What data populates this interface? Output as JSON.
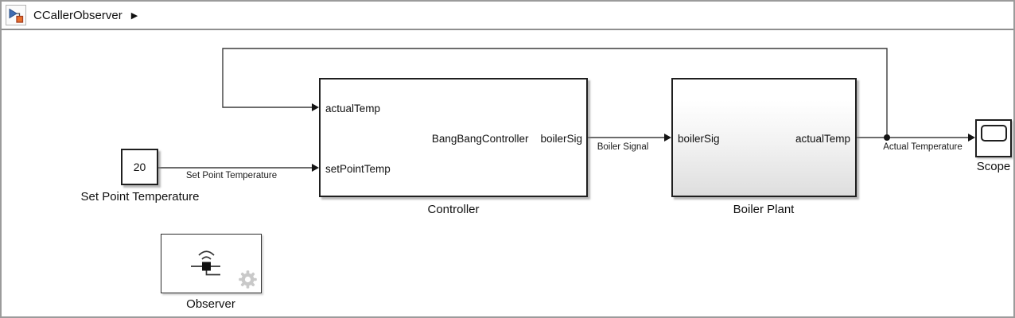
{
  "breadcrumb": {
    "model_name": "CCallerObserver",
    "separator": "▶"
  },
  "diagram": {
    "blocks": {
      "set_point_constant": {
        "value": "20",
        "name": "Set Point Temperature"
      },
      "controller": {
        "name": "Controller",
        "function_label": "BangBangController",
        "ports": {
          "in_actual_temp": "actualTemp",
          "in_set_point": "setPointTemp",
          "out_boiler_sig": "boilerSig"
        }
      },
      "boiler_plant": {
        "name": "Boiler Plant",
        "ports": {
          "in_boiler_sig": "boilerSig",
          "out_actual_temp": "actualTemp"
        }
      },
      "scope": {
        "name": "Scope"
      },
      "observer": {
        "name": "Observer"
      }
    },
    "signal_labels": {
      "set_point": "Set Point Temperature",
      "boiler": "Boiler Signal",
      "actual": "Actual Temperature"
    },
    "colors": {
      "wire": "#3c3c3c",
      "block_border": "#1f1f1f",
      "icon_blue": "#3f6db3",
      "icon_orange": "#e8702d",
      "gear_gray": "#c9c9c9"
    }
  }
}
